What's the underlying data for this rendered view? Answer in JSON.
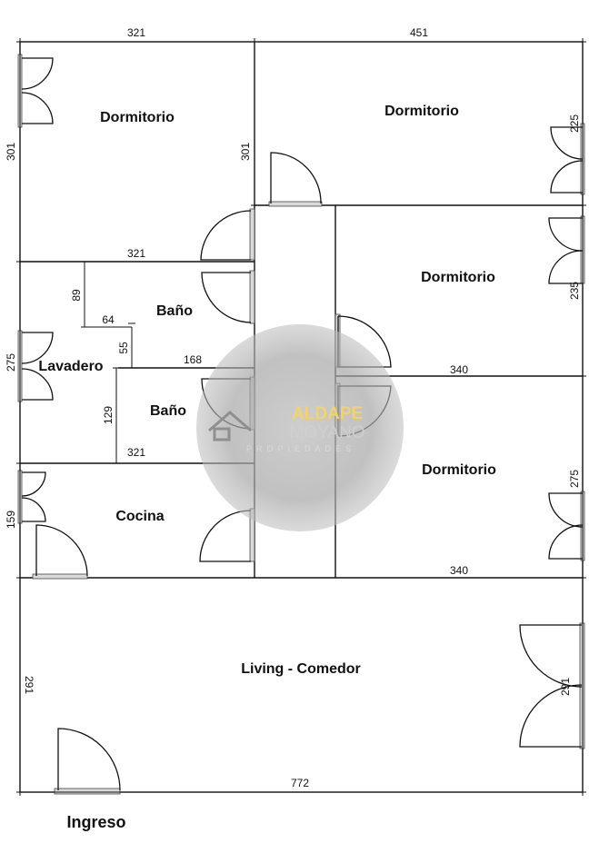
{
  "rooms": {
    "dorm_top_left": "Dormitorio",
    "dorm_top_right": "Dormitorio",
    "dorm_mid_right": "Dormitorio",
    "dorm_low_right": "Dormitorio",
    "bano_upper": "Baño",
    "bano_lower": "Baño",
    "lavadero": "Lavadero",
    "cocina": "Cocina",
    "living": "Living - Comedor",
    "ingreso": "Ingreso"
  },
  "dimensions": {
    "top_left_width": "321",
    "top_right_width": "451",
    "left_dorm_height": "301",
    "center_dorm_height": "301",
    "right_top_height": "225",
    "bano_top_width": "321",
    "bano_height": "89",
    "lavadero_width": "64",
    "lavadero_height": "55",
    "bano_lower_width": "168",
    "lavadero_left_height": "275",
    "bano_lower_height": "129",
    "cocina_top_width": "321",
    "cocina_height": "159",
    "dorm_mid_height": "235",
    "dorm_mid_width": "340",
    "dorm_low_height": "275",
    "dorm_low_width": "340",
    "living_left_height": "291",
    "living_right_height": "291",
    "total_width": "772"
  },
  "watermark": {
    "brand_top": "ALDAPE",
    "brand_bottom": "MOYANO",
    "tagline": "PROPIEDADES",
    "brand_color": "#f2d36b",
    "circle_color": "#9a9a9a"
  }
}
